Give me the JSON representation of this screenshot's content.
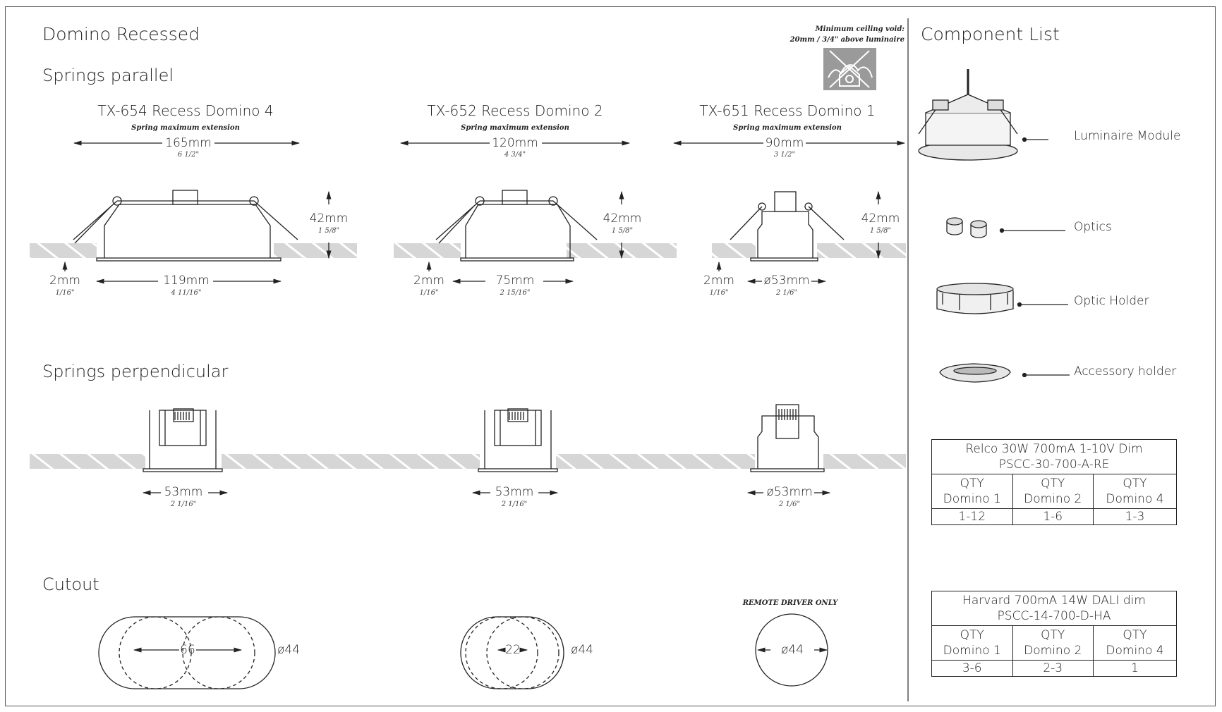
{
  "title": "Domino Recessed",
  "sections": {
    "parallel": "Springs parallel",
    "perpendicular": "Springs perpendicular",
    "cutout": "Cutout"
  },
  "ceiling_void": {
    "line1": "Minimum ceiling void:",
    "line2": "20mm / 3/4\" above luminaire"
  },
  "products": [
    {
      "name": "TX-654 Recess Domino 4",
      "note": "Spring maximum extension",
      "span": "165mm",
      "span_in": "6 1/2\"",
      "height": "42mm",
      "height_in": "1 5/8\"",
      "flange": "2mm",
      "flange_in": "1/16\"",
      "base": "119mm",
      "base_in": "4 11/16\"",
      "perp": "53mm",
      "perp_in": "2 1/16\"",
      "cut_dim": "66",
      "cut_dia": "ø44"
    },
    {
      "name": "TX-652 Recess Domino 2",
      "note": "Spring maximum extension",
      "span": "120mm",
      "span_in": "4 3/4\"",
      "height": "42mm",
      "height_in": "1 5/8\"",
      "flange": "2mm",
      "flange_in": "1/16\"",
      "base": "75mm",
      "base_in": "2 15/16\"",
      "perp": "53mm",
      "perp_in": "2 1/16\"",
      "cut_dim": "22",
      "cut_dia": "ø44"
    },
    {
      "name": "TX-651 Recess Domino 1",
      "note": "Spring maximum extension",
      "span": "90mm",
      "span_in": "3 1/2\"",
      "height": "42mm",
      "height_in": "1 5/8\"",
      "flange": "2mm",
      "flange_in": "1/16\"",
      "base": "ø53mm",
      "base_in": "2 1/6\"",
      "perp": "ø53mm",
      "perp_in": "2 1/6\"",
      "cut_dim": "ø44",
      "remote": "REMOTE DRIVER ONLY"
    }
  ],
  "components": {
    "title": "Component List",
    "items": [
      "Luminaire Module",
      "Optics",
      "Optic Holder",
      "Accessory holder"
    ]
  },
  "drivers": [
    {
      "title1": "Relco 30W 700mA 1-10V Dim",
      "title2": "PSCC-30-700-A-RE",
      "headers": [
        [
          "QTY",
          "Domino 1"
        ],
        [
          "QTY",
          "Domino 2"
        ],
        [
          "QTY",
          "Domino 4"
        ]
      ],
      "values": [
        "1-12",
        "1-6",
        "1-3"
      ]
    },
    {
      "title1": "Harvard 700mA 14W DALI dim",
      "title2": "PSCC-14-700-D-HA",
      "headers": [
        [
          "QTY",
          "Domino 1"
        ],
        [
          "QTY",
          "Domino 2"
        ],
        [
          "QTY",
          "Domino 4"
        ]
      ],
      "values": [
        "3-6",
        "2-3",
        "1"
      ]
    }
  ],
  "colors": {
    "line": "#222222",
    "hatch": "#cfcfcf",
    "frame": "#555555"
  }
}
